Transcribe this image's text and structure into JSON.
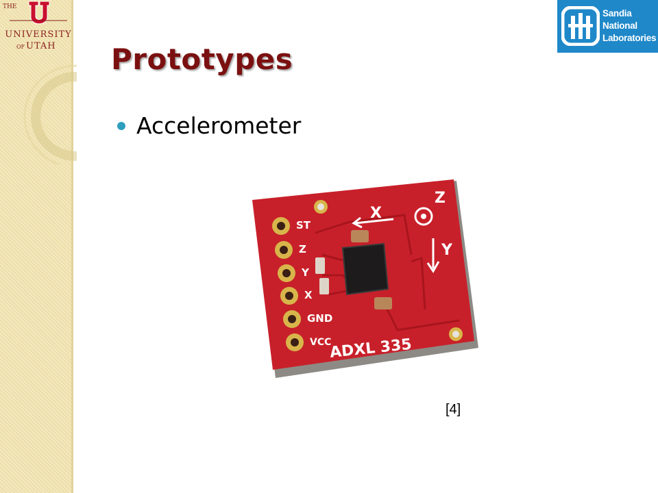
{
  "slide": {
    "title": "Prototypes",
    "bullets": [
      "Accelerometer"
    ],
    "citation": "[4]"
  },
  "logos": {
    "university": {
      "the": "THE",
      "name": "UNIVERSITY",
      "of": "OF",
      "place": "UTAH",
      "color": "#8a1c1c"
    },
    "sandia": {
      "line1": "Sandia",
      "line2": "National",
      "line3": "Laboratories",
      "color": "#1f88c9"
    }
  },
  "board": {
    "pins": [
      "ST",
      "Z",
      "Y",
      "X",
      "GND",
      "VCC"
    ],
    "part": "ADXL 335",
    "axes": [
      "X",
      "Y",
      "Z"
    ],
    "color": "#c8202a"
  },
  "colors": {
    "title": "#7b1010",
    "bullet": "#2e9fbd",
    "sidebar": "#f3e8bf"
  }
}
